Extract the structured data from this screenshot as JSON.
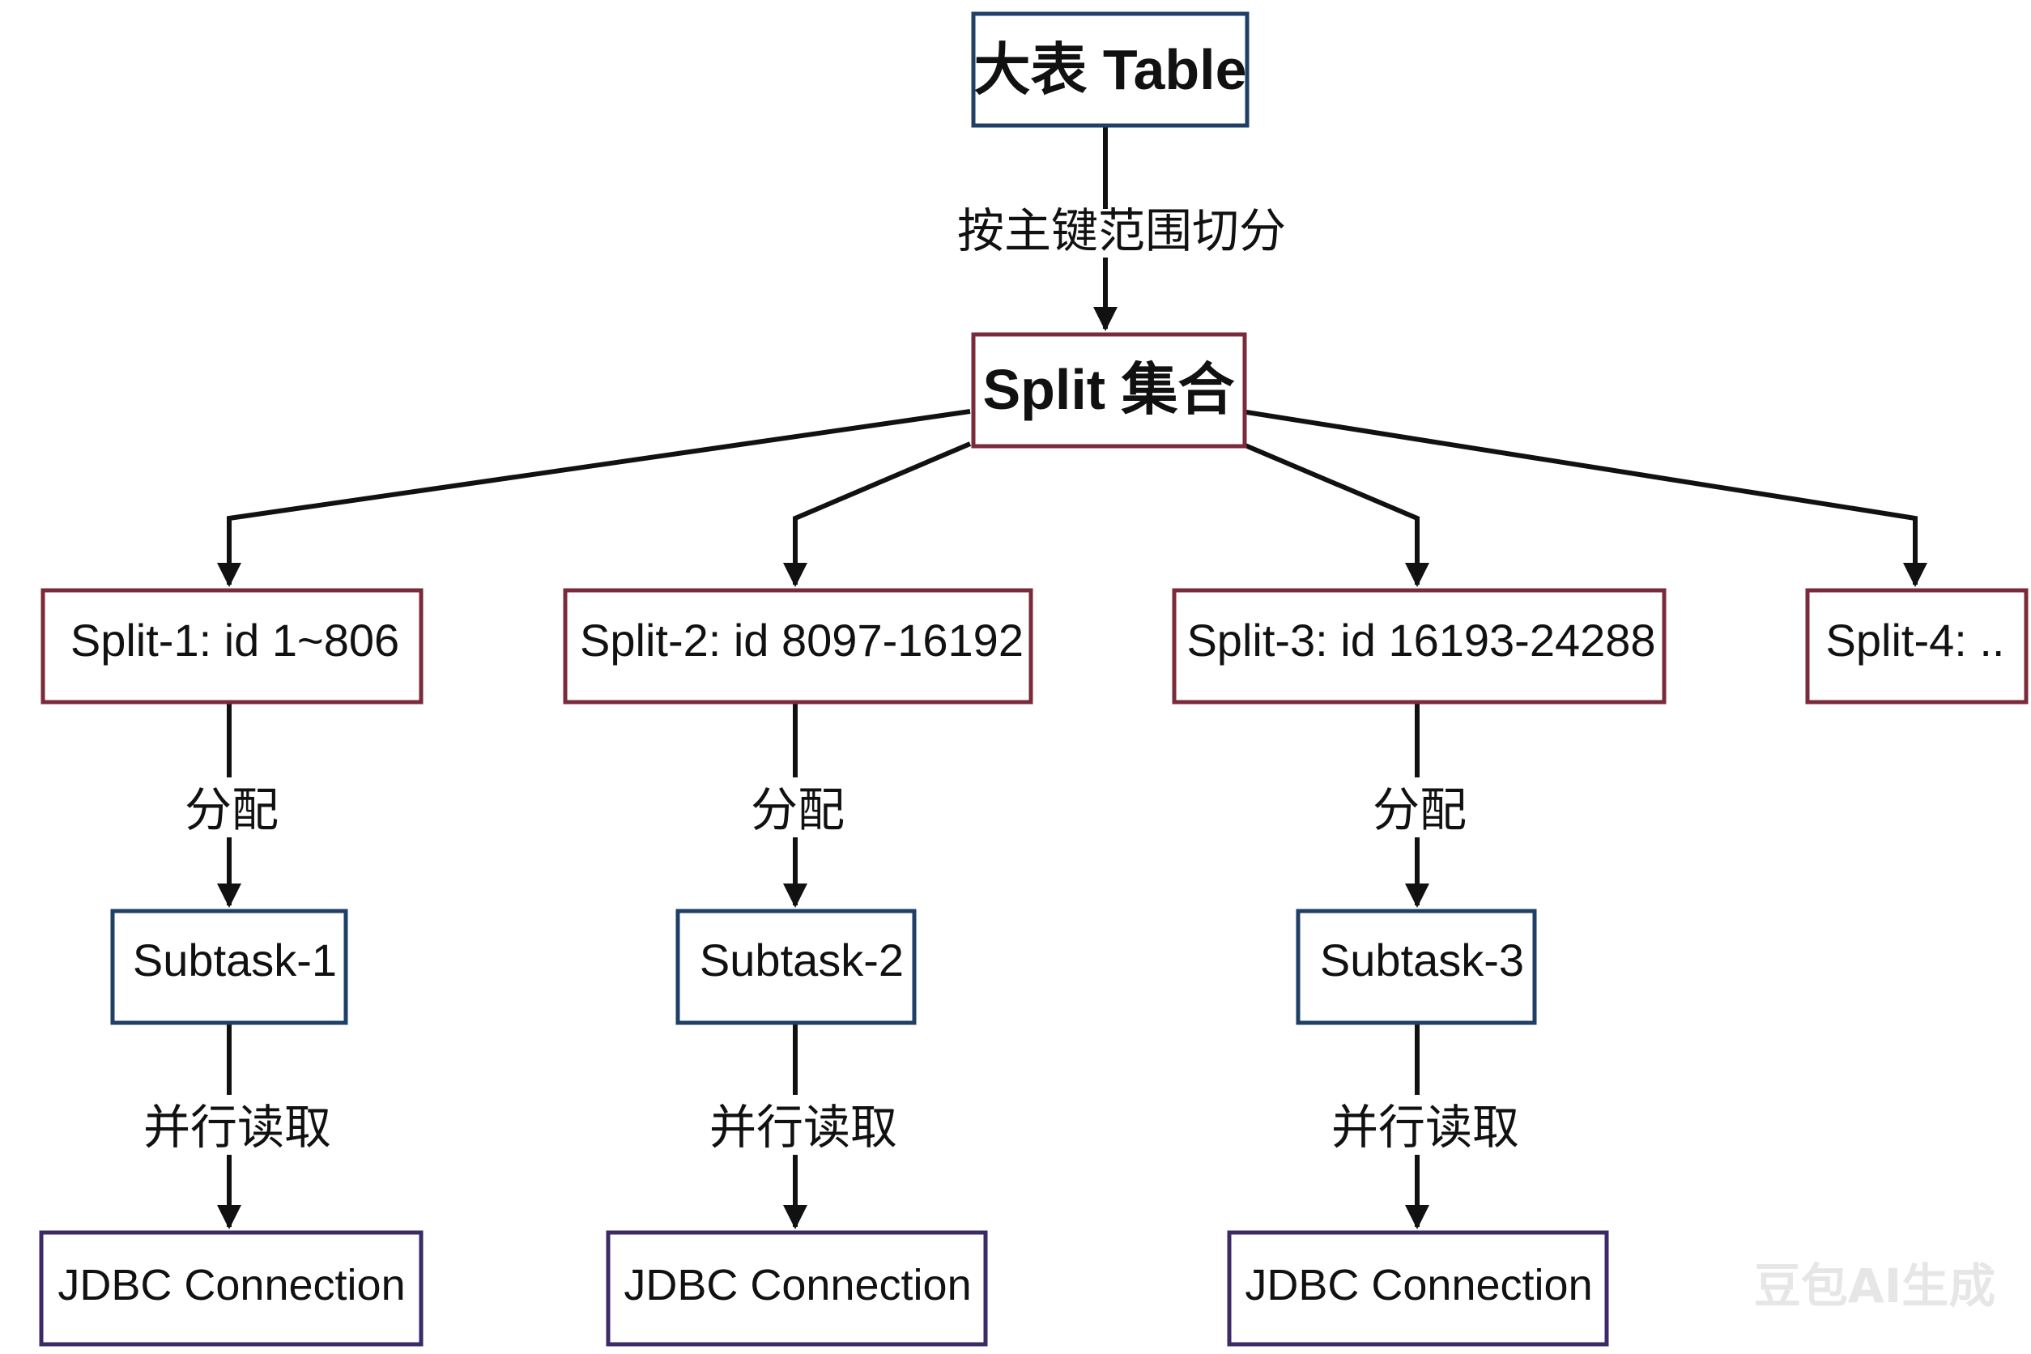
{
  "nodes": {
    "table": {
      "label": "大表 Table"
    },
    "split_set": {
      "label": "Split 集合"
    },
    "split_1": {
      "label": "Split-1: id 1~806"
    },
    "split_2": {
      "label": "Split-2: id 8097-16192"
    },
    "split_3": {
      "label": "Split-3: id 16193-24288"
    },
    "split_4": {
      "label": "Split-4: .."
    },
    "subtask_1": {
      "label": "Subtask-1"
    },
    "subtask_2": {
      "label": "Subtask-2"
    },
    "subtask_3": {
      "label": "Subtask-3"
    },
    "jdbc_1": {
      "label": "JDBC Connection"
    },
    "jdbc_2": {
      "label": "JDBC Connection"
    },
    "jdbc_3": {
      "label": "JDBC Connection"
    }
  },
  "edges": {
    "split_by_pk": "按主键范围切分",
    "assign_1": "分配",
    "assign_2": "分配",
    "assign_3": "分配",
    "read_1": "并行读取",
    "read_2": "并行读取",
    "read_3": "并行读取"
  },
  "watermark": "豆包AI生成",
  "colors": {
    "blue_border": "#1f3f66",
    "red_border": "#7a2a3a",
    "purple_border": "#3b2a66",
    "arrow": "#111111"
  }
}
